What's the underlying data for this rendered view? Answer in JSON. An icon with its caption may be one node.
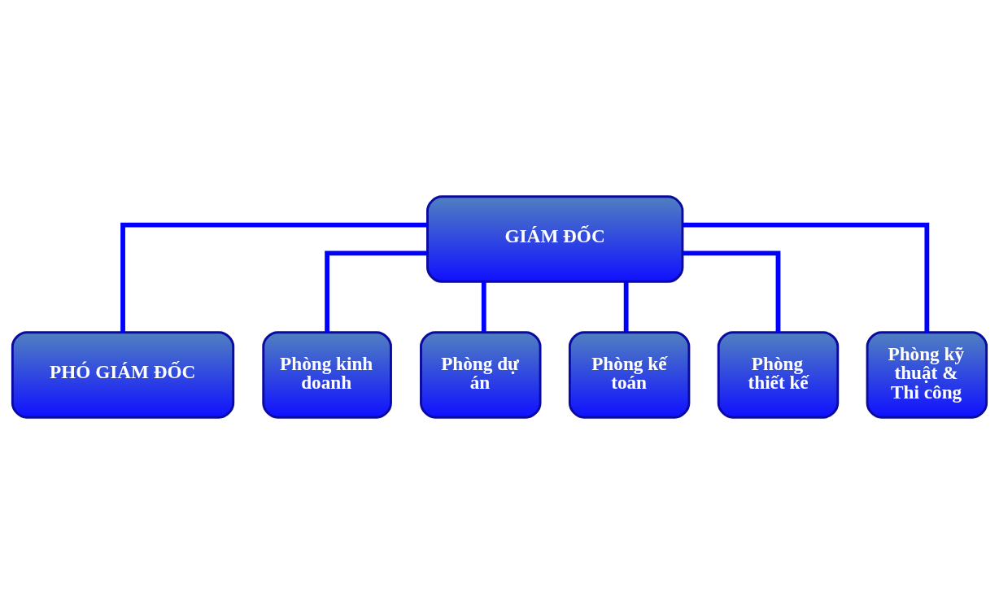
{
  "diagram": {
    "nodes": [
      {
        "text": [
          "GIÁM ĐỐC"
        ]
      },
      {
        "text": [
          "PHÓ GIÁM ĐỐC"
        ]
      },
      {
        "text": [
          "Phòng kinh doanh"
        ]
      },
      {
        "text": [
          "Phòng dự án"
        ]
      },
      {
        "text": [
          "Phòng kế toán"
        ]
      },
      {
        "text": [
          "Phòng thiết kế"
        ]
      },
      {
        "text": [
          "Phòng kỹ thuật & Thi công"
        ]
      }
    ],
    "edges": [
      {
        "from": 0,
        "to": 1,
        "arrow": "none"
      },
      {
        "from": 0,
        "to": 2,
        "arrow": "none"
      },
      {
        "from": 0,
        "to": 3,
        "arrow": "none"
      },
      {
        "from": 0,
        "to": 4,
        "arrow": "none"
      },
      {
        "from": 0,
        "to": 5,
        "arrow": "none"
      },
      {
        "from": 0,
        "to": 6,
        "arrow": "none"
      }
    ]
  }
}
